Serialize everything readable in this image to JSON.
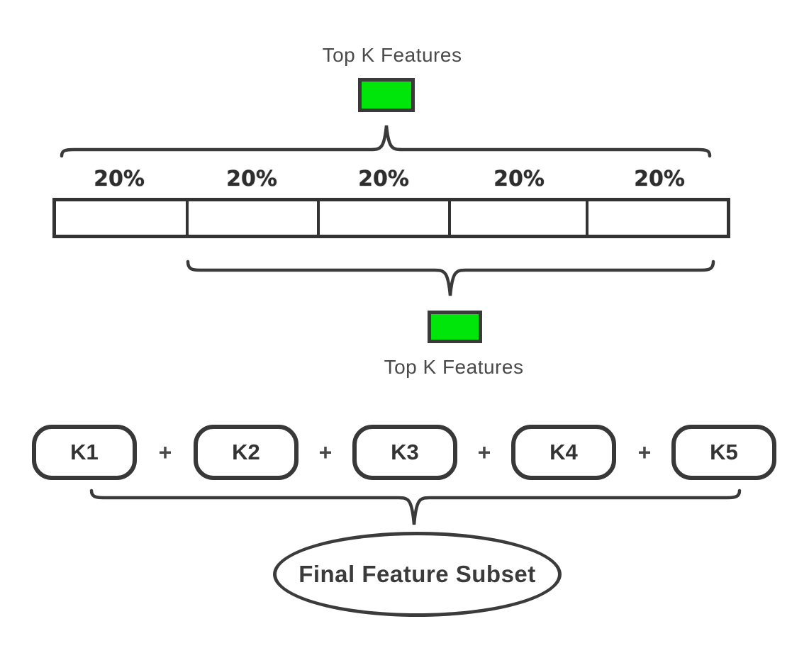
{
  "canvas": {
    "background": "#ffffff",
    "stroke_color": "#3a3a3a",
    "accent_green": "#00e60a",
    "text_gray": "#4a4a4a",
    "dark_text": "#333333"
  },
  "top_annotation": {
    "label": "Top K Features"
  },
  "feature_bar": {
    "segment_labels": [
      "20%",
      "20%",
      "20%",
      "20%",
      "20%"
    ]
  },
  "bottom_annotation": {
    "label": "Top K Features"
  },
  "subset_row": {
    "items": [
      {
        "label": "K1"
      },
      {
        "label": "K2"
      },
      {
        "label": "K3"
      },
      {
        "label": "K4"
      },
      {
        "label": "K5"
      }
    ],
    "plus": "+"
  },
  "final_node": {
    "label": "Final Feature Subset"
  }
}
